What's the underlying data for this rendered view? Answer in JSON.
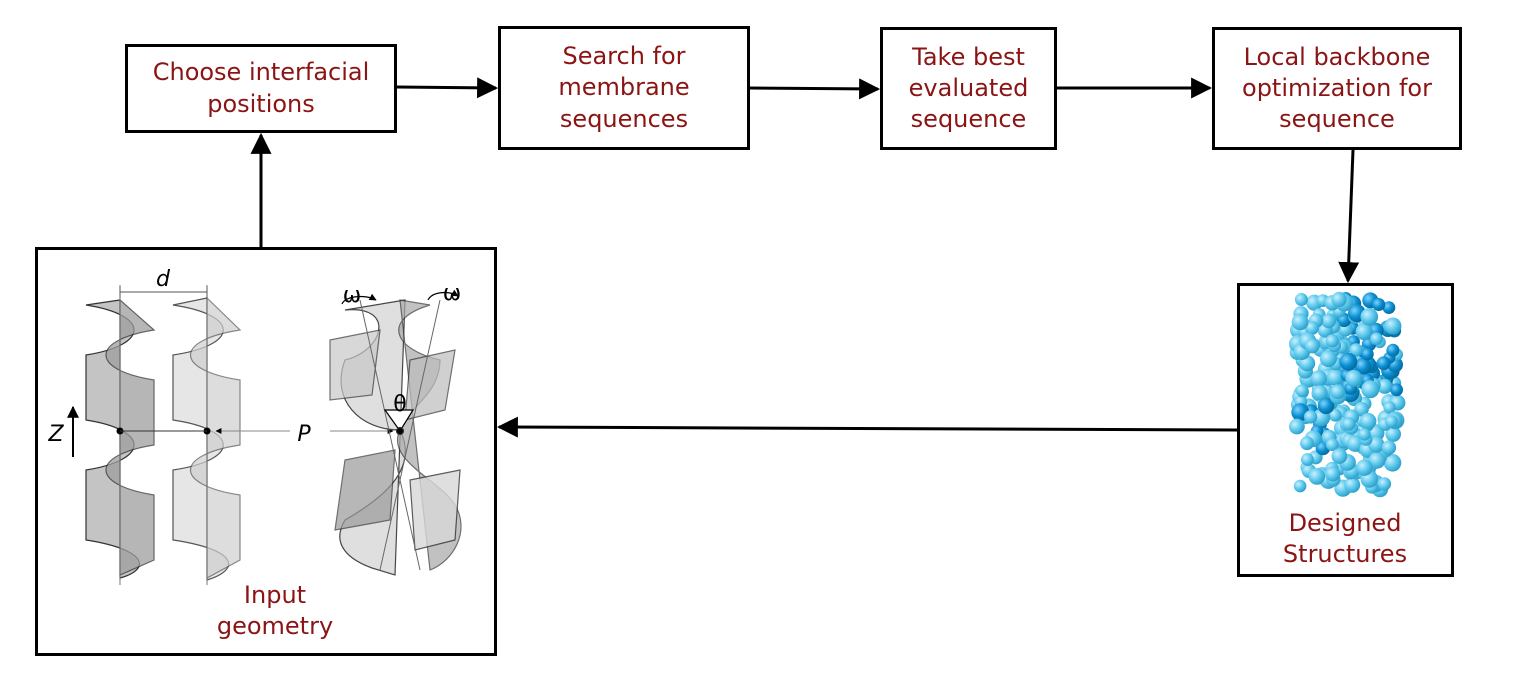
{
  "steps": {
    "choose": "Choose interfacial positions",
    "search": "Search for membrane sequences",
    "best": "Take best evaluated sequence",
    "local": "Local backbone optimization for sequence"
  },
  "input_panel": {
    "caption": "Input geometry",
    "symbols": {
      "d": "d",
      "z": "Z",
      "p": "P",
      "theta": "θ",
      "omega_left": "ω",
      "omega_right": "ω"
    }
  },
  "designed_panel": {
    "caption": "Designed Structures"
  },
  "colors": {
    "text": "#8b1414",
    "border": "#000000",
    "sphere_light": "#5cc8ec",
    "sphere_dark": "#0a8fd0"
  }
}
